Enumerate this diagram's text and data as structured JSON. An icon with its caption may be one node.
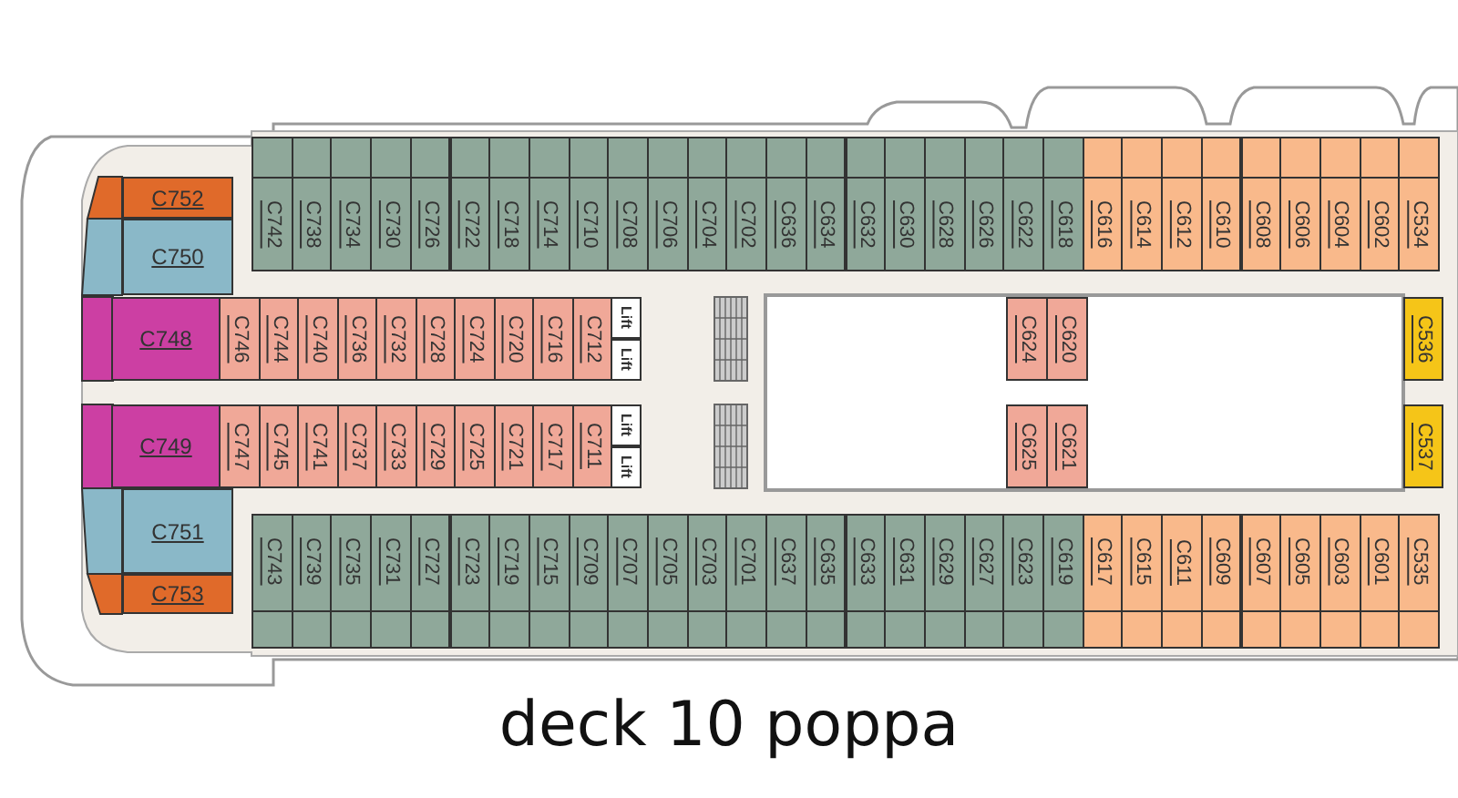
{
  "diagram": {
    "title": "deck 10 poppa",
    "nodes": [
      {
        "text": [
          "C752"
        ]
      },
      {
        "text": [
          "C750"
        ]
      },
      {
        "text": [
          "C742"
        ]
      },
      {
        "text": [
          "C738"
        ]
      },
      {
        "text": [
          "C734"
        ]
      },
      {
        "text": [
          "C730"
        ]
      },
      {
        "text": [
          "C726"
        ]
      },
      {
        "text": [
          "C722"
        ]
      },
      {
        "text": [
          "C718"
        ]
      },
      {
        "text": [
          "C714"
        ]
      },
      {
        "text": [
          "C710"
        ]
      },
      {
        "text": [
          "C708"
        ]
      },
      {
        "text": [
          "C706"
        ]
      },
      {
        "text": [
          "C704"
        ]
      },
      {
        "text": [
          "C702"
        ]
      },
      {
        "text": [
          "C636"
        ]
      },
      {
        "text": [
          "C634"
        ]
      },
      {
        "text": [
          "C632"
        ]
      },
      {
        "text": [
          "C630"
        ]
      },
      {
        "text": [
          "C628"
        ]
      },
      {
        "text": [
          "C626"
        ]
      },
      {
        "text": [
          "C622"
        ]
      },
      {
        "text": [
          "C618"
        ]
      },
      {
        "text": [
          "C616"
        ]
      },
      {
        "text": [
          "C614"
        ]
      },
      {
        "text": [
          "C612"
        ]
      },
      {
        "text": [
          "C610"
        ]
      },
      {
        "text": [
          "C608"
        ]
      },
      {
        "text": [
          "C606"
        ]
      },
      {
        "text": [
          "C604"
        ]
      },
      {
        "text": [
          "C602"
        ]
      },
      {
        "text": [
          "C534"
        ]
      },
      {
        "text": [
          "C748"
        ]
      },
      {
        "text": [
          "C746"
        ]
      },
      {
        "text": [
          "C744"
        ]
      },
      {
        "text": [
          "C740"
        ]
      },
      {
        "text": [
          "C736"
        ]
      },
      {
        "text": [
          "C732"
        ]
      },
      {
        "text": [
          "C728"
        ]
      },
      {
        "text": [
          "C724"
        ]
      },
      {
        "text": [
          "C720"
        ]
      },
      {
        "text": [
          "C716"
        ]
      },
      {
        "text": [
          "C712"
        ]
      },
      {
        "text": [
          "Lift"
        ]
      },
      {
        "text": [
          "Lift"
        ]
      },
      {
        "text": [
          "C624"
        ]
      },
      {
        "text": [
          "C620"
        ]
      },
      {
        "text": [
          "C536"
        ]
      },
      {
        "text": [
          "C749"
        ]
      },
      {
        "text": [
          "C747"
        ]
      },
      {
        "text": [
          "C745"
        ]
      },
      {
        "text": [
          "C741"
        ]
      },
      {
        "text": [
          "C737"
        ]
      },
      {
        "text": [
          "C733"
        ]
      },
      {
        "text": [
          "C729"
        ]
      },
      {
        "text": [
          "C725"
        ]
      },
      {
        "text": [
          "C721"
        ]
      },
      {
        "text": [
          "C717"
        ]
      },
      {
        "text": [
          "C711"
        ]
      },
      {
        "text": [
          "Lift"
        ]
      },
      {
        "text": [
          "Lift"
        ]
      },
      {
        "text": [
          "C625"
        ]
      },
      {
        "text": [
          "C621"
        ]
      },
      {
        "text": [
          "C537"
        ]
      },
      {
        "text": [
          "C751"
        ]
      },
      {
        "text": [
          "C743"
        ]
      },
      {
        "text": [
          "C739"
        ]
      },
      {
        "text": [
          "C735"
        ]
      },
      {
        "text": [
          "C731"
        ]
      },
      {
        "text": [
          "C727"
        ]
      },
      {
        "text": [
          "C723"
        ]
      },
      {
        "text": [
          "C719"
        ]
      },
      {
        "text": [
          "C715"
        ]
      },
      {
        "text": [
          "C709"
        ]
      },
      {
        "text": [
          "C707"
        ]
      },
      {
        "text": [
          "C705"
        ]
      },
      {
        "text": [
          "C703"
        ]
      },
      {
        "text": [
          "C701"
        ]
      },
      {
        "text": [
          "C637"
        ]
      },
      {
        "text": [
          "C635"
        ]
      },
      {
        "text": [
          "C633"
        ]
      },
      {
        "text": [
          "C631"
        ]
      },
      {
        "text": [
          "C629"
        ]
      },
      {
        "text": [
          "C627"
        ]
      },
      {
        "text": [
          "C623"
        ]
      },
      {
        "text": [
          "C619"
        ]
      },
      {
        "text": [
          "C617"
        ]
      },
      {
        "text": [
          "C615"
        ]
      },
      {
        "text": [
          "C611"
        ]
      },
      {
        "text": [
          "C609"
        ]
      },
      {
        "text": [
          "C607"
        ]
      },
      {
        "text": [
          "C605"
        ]
      },
      {
        "text": [
          "C603"
        ]
      },
      {
        "text": [
          "C601"
        ]
      },
      {
        "text": [
          "C535"
        ]
      },
      {
        "text": [
          "C753"
        ]
      }
    ]
  }
}
